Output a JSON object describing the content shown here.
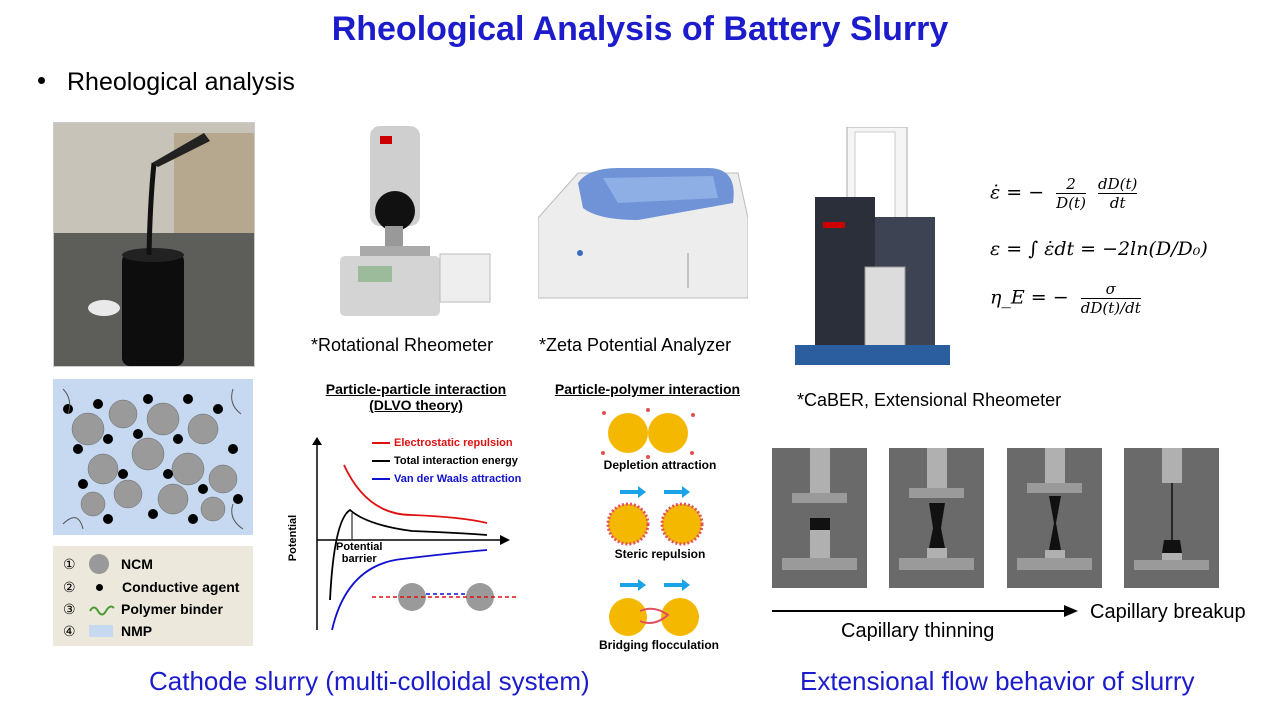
{
  "slide": {
    "title": "Rheological Analysis of Battery Slurry",
    "bullet": "Rheological analysis"
  },
  "instruments": {
    "rotational": "*Rotational Rheometer",
    "zeta": "*Zeta Potential Analyzer",
    "caber": "*CaBER, Extensional Rheometer"
  },
  "legend": [
    {
      "num": "①",
      "label": "NCM"
    },
    {
      "num": "②",
      "label": "Conductive agent"
    },
    {
      "num": "③",
      "label": "Polymer binder"
    },
    {
      "num": "④",
      "label": "NMP"
    }
  ],
  "dlvo": {
    "heading_line1": "Particle-particle interaction",
    "heading_line2": "(DLVO theory)",
    "series": [
      {
        "name": "Electrostatic repulsion",
        "color": "#e01010"
      },
      {
        "name": "Total interaction energy",
        "color": "#000000"
      },
      {
        "name": "Van der Waals attraction",
        "color": "#1010d0"
      }
    ],
    "ylabel": "Potential",
    "barrier_line1": "Potential",
    "barrier_line2": "barrier"
  },
  "polymer": {
    "heading": "Particle-polymer interaction",
    "depletion": "Depletion attraction",
    "steric": "Steric repulsion",
    "bridging": "Bridging flocculation"
  },
  "capillary": {
    "thinning": "Capillary thinning",
    "breakup": "Capillary breakup"
  },
  "captions": {
    "left": "Cathode slurry (multi-colloidal system)",
    "right": "Extensional flow behavior of slurry"
  },
  "equations": {
    "eq1_lhs": "ε̇ = −",
    "eq1_num": "2",
    "eq1_den": "D(t)",
    "eq1_num2": "dD(t)",
    "eq1_den2": "dt",
    "eq2": "ε = ∫ ε̇dt = −2ln(D/D₀)",
    "eq3_lhs": "η_E = −",
    "eq3_num": "σ",
    "eq3_den": "dD(t)/dt"
  },
  "colors": {
    "title": "#1c1ccc",
    "ncm_bg": "#c6d9f1",
    "legend_bg": "#ece9dc"
  }
}
